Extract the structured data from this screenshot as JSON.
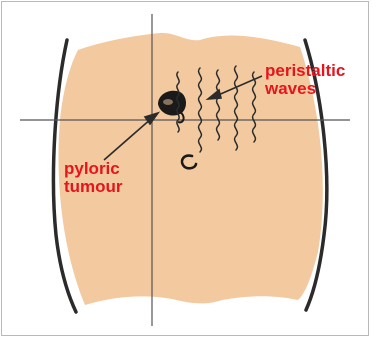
{
  "labels": {
    "peristaltic": [
      "peristaltic",
      "waves"
    ],
    "pyloric": [
      "pyloric",
      "tumour"
    ]
  },
  "colors": {
    "label": "#e8141b",
    "skin": "#f3c9a0",
    "outline": "#2b2b2b",
    "axis": "#555555",
    "frame": "#b9b9b9"
  }
}
